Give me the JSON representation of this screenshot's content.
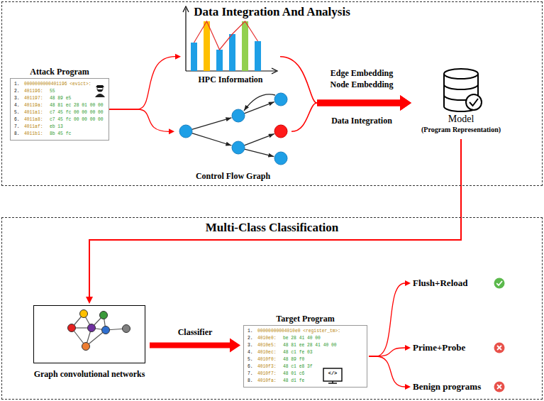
{
  "diagram": {
    "nodes": [
      {
        "text": [
          "Data Integration And Analysis"
        ]
      },
      {
        "text": [
          "Attack Program",
          "1.",
          "0000000000401196 <evict>:",
          "2.",
          "401196:",
          "55",
          "3.",
          "401197:",
          "48 89 e5",
          "4.",
          "40119a:",
          "48 81 ec 28 01 00 00",
          "5.",
          "4011a1:",
          "c7 45 fc 00 00 00 00",
          "6.",
          "4011a8:",
          "c7 45 fc 00 00 00 00",
          "7.",
          "4011af:",
          "eb 13",
          "8.",
          "4011b1:",
          "8b 45 fc"
        ],
        "in": 0
      },
      {
        "text": [
          "HPC Information"
        ],
        "in": 0
      },
      {
        "text": [
          "Control Flow Graph"
        ],
        "in": 0
      },
      {
        "text": [
          "Model",
          "(Program Representation)"
        ],
        "in": 0
      },
      {
        "text": [
          "Multi-Class Classification"
        ]
      },
      {
        "text": [
          "Graph convolutional networks"
        ],
        "in": 5
      },
      {
        "text": [
          "Target Program",
          "1.",
          "00000000004010e0 <register_tm>:",
          "2.",
          "4010e0:",
          "be 28 41 40 00",
          "3.",
          "4010e5:",
          "48 81 ee 28 41 40 00",
          "4.",
          "4010ec:",
          "48 c1 fe 03",
          "5.",
          "4010f0:",
          "48 89 f0",
          "6.",
          "4010f3:",
          "48 c1 e8 3f",
          "7.",
          "4010f7:",
          "48 01 c6",
          "8.",
          "4010fa:",
          "48 d1 fe"
        ],
        "in": 5
      },
      {
        "text": [
          "Flush+Reload"
        ],
        "in": 5
      },
      {
        "text": [
          "Prime+Probe"
        ],
        "in": 5
      },
      {
        "text": [
          "Benign programs"
        ],
        "in": 5
      }
    ],
    "edges": [
      {
        "from": 1,
        "to": 2,
        "arrow": "to"
      },
      {
        "from": 1,
        "to": 3,
        "arrow": "to"
      },
      {
        "from": 2,
        "to": 4,
        "arrow": "to"
      },
      {
        "from": 3,
        "to": 4,
        "arrow": "to"
      },
      {
        "from": 4,
        "to": 6,
        "arrow": "to"
      },
      {
        "from": 6,
        "to": 7,
        "label": "Classifier",
        "arrow": "to"
      },
      {
        "from": 7,
        "to": 8,
        "arrow": "to"
      },
      {
        "from": 7,
        "to": 9,
        "arrow": "to"
      },
      {
        "from": 7,
        "to": 10,
        "arrow": "to"
      }
    ],
    "labels": [
      "Edge Embedding",
      "Node Embedding",
      "Data Integration",
      "</>"
    ]
  }
}
